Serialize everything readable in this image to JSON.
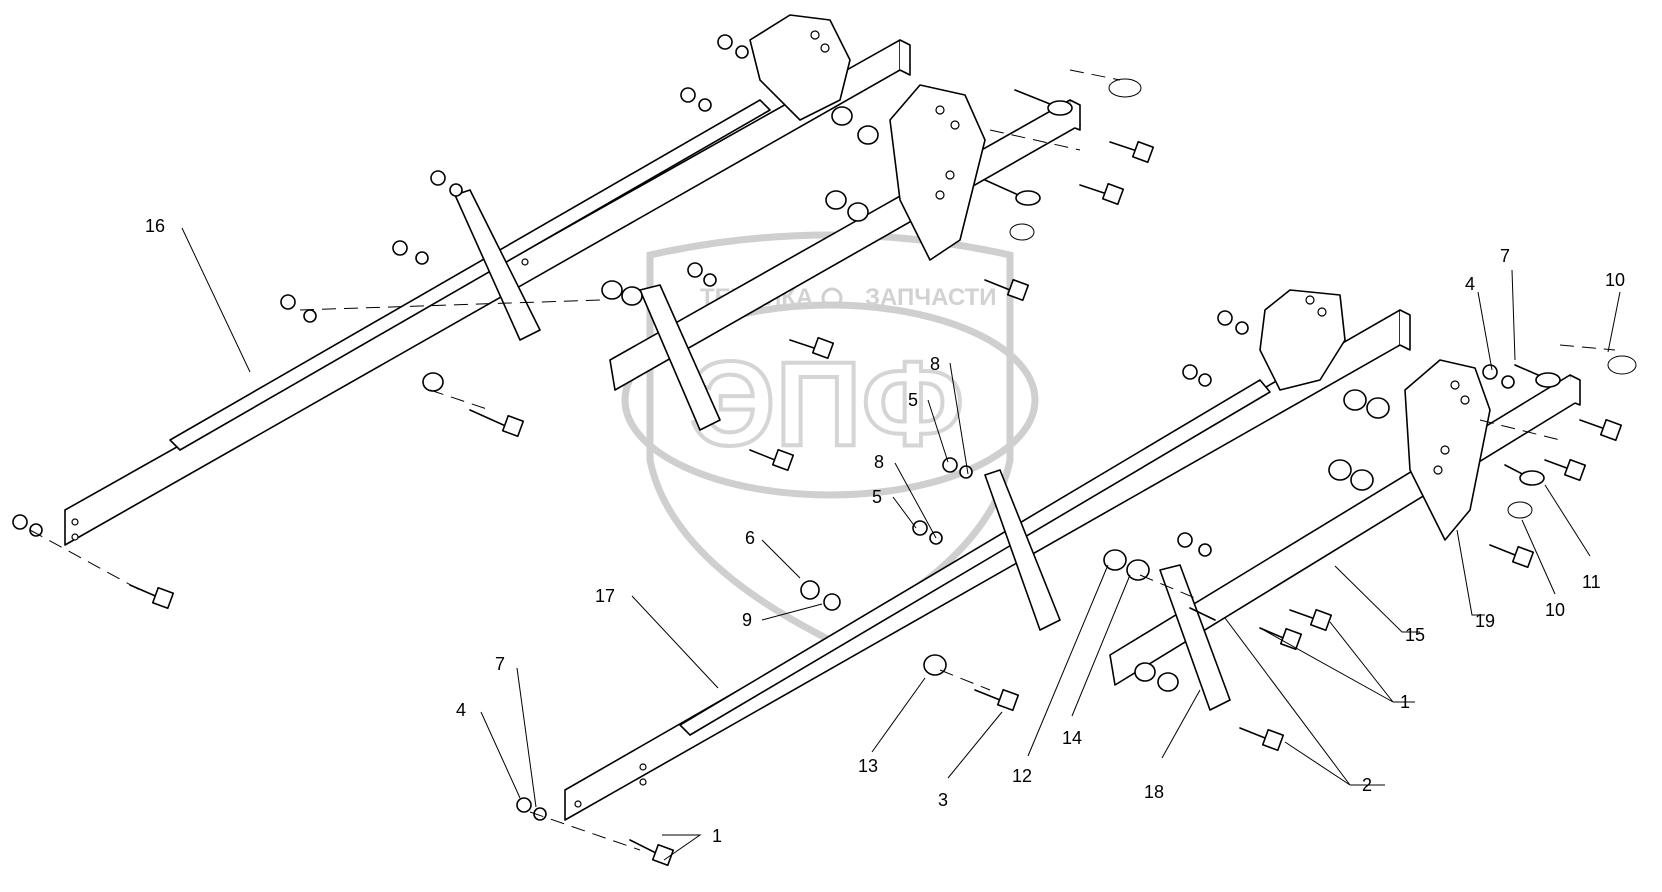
{
  "watermark": {
    "left_text": "ТЕХНИКА",
    "right_text": "ЗАПЧАСТИ",
    "logo_text": "ЭПФ"
  },
  "callouts": [
    {
      "label": "16"
    },
    {
      "label": "17"
    },
    {
      "label": "6"
    },
    {
      "label": "9"
    },
    {
      "label": "8"
    },
    {
      "label": "5"
    },
    {
      "label": "8"
    },
    {
      "label": "5"
    },
    {
      "label": "7"
    },
    {
      "label": "4"
    },
    {
      "label": "1"
    },
    {
      "label": "13"
    },
    {
      "label": "3"
    },
    {
      "label": "12"
    },
    {
      "label": "14"
    },
    {
      "label": "18"
    },
    {
      "label": "2"
    },
    {
      "label": "1"
    },
    {
      "label": "15"
    },
    {
      "label": "19"
    },
    {
      "label": "10"
    },
    {
      "label": "11"
    },
    {
      "label": "4"
    },
    {
      "label": "7"
    },
    {
      "label": "10"
    }
  ]
}
